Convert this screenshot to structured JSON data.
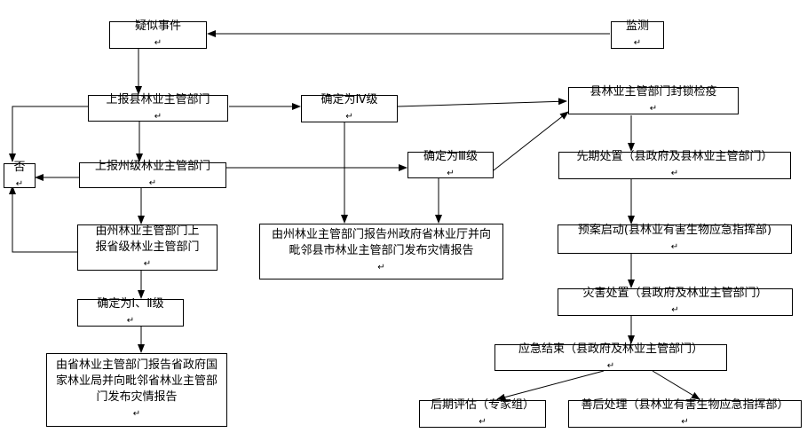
{
  "paragraph_mark": "↵",
  "nodes": {
    "suspected_event": "疑似事件",
    "monitoring": "监测",
    "report_county_forestry": "上报县林业主管部门",
    "confirm_level_iv": "确定为Ⅳ级",
    "county_blockade_quarantine": "县林业主管部门封锁检疫",
    "no": "否",
    "report_prefecture_forestry": "上报州级林业主管部门",
    "confirm_level_iii": "确定为Ⅲ级",
    "initial_response": "先期处置（县政府及县林业主管部门）",
    "prefecture_report_province": "由州林业主管部门上报省级林业主管部门",
    "prefecture_disaster_report": "由州林业主管部门报告州政府省林业厅并向毗邻县市林业主管部门发布灾情报告",
    "plan_activation": "预案启动(县林业有害生物应急指挥部)",
    "confirm_level_i_ii": "确定为Ⅰ、Ⅱ级",
    "disaster_response": "灾害处置（县政府及林业主管部门）",
    "province_disaster_report": "由省林业主管部门报告省政府国家林业局并向毗邻省林业主管部门发布灾情报告",
    "emergency_end": "应急结束（县政府及林业主管部门）",
    "post_assessment": "后期评估（专家组）",
    "aftermath": "善后处理（县林业有害生物应急指挥部）"
  }
}
